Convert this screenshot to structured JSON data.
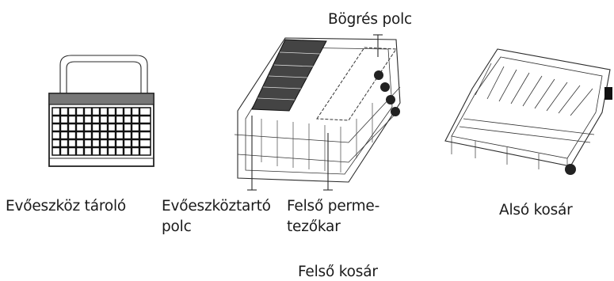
{
  "labels": {
    "cutlery_basket": "Evőeszköz tároló",
    "cutlery_shelf_line1": "Evőeszköztartó",
    "cutlery_shelf_line2": "polc",
    "upper_spray_line1": "Felső perme-",
    "upper_spray_line2": "tezőkar",
    "lower_basket": "Alsó kosár",
    "cup_shelf": "Bögrés polc",
    "upper_basket": "Felső kosár"
  }
}
